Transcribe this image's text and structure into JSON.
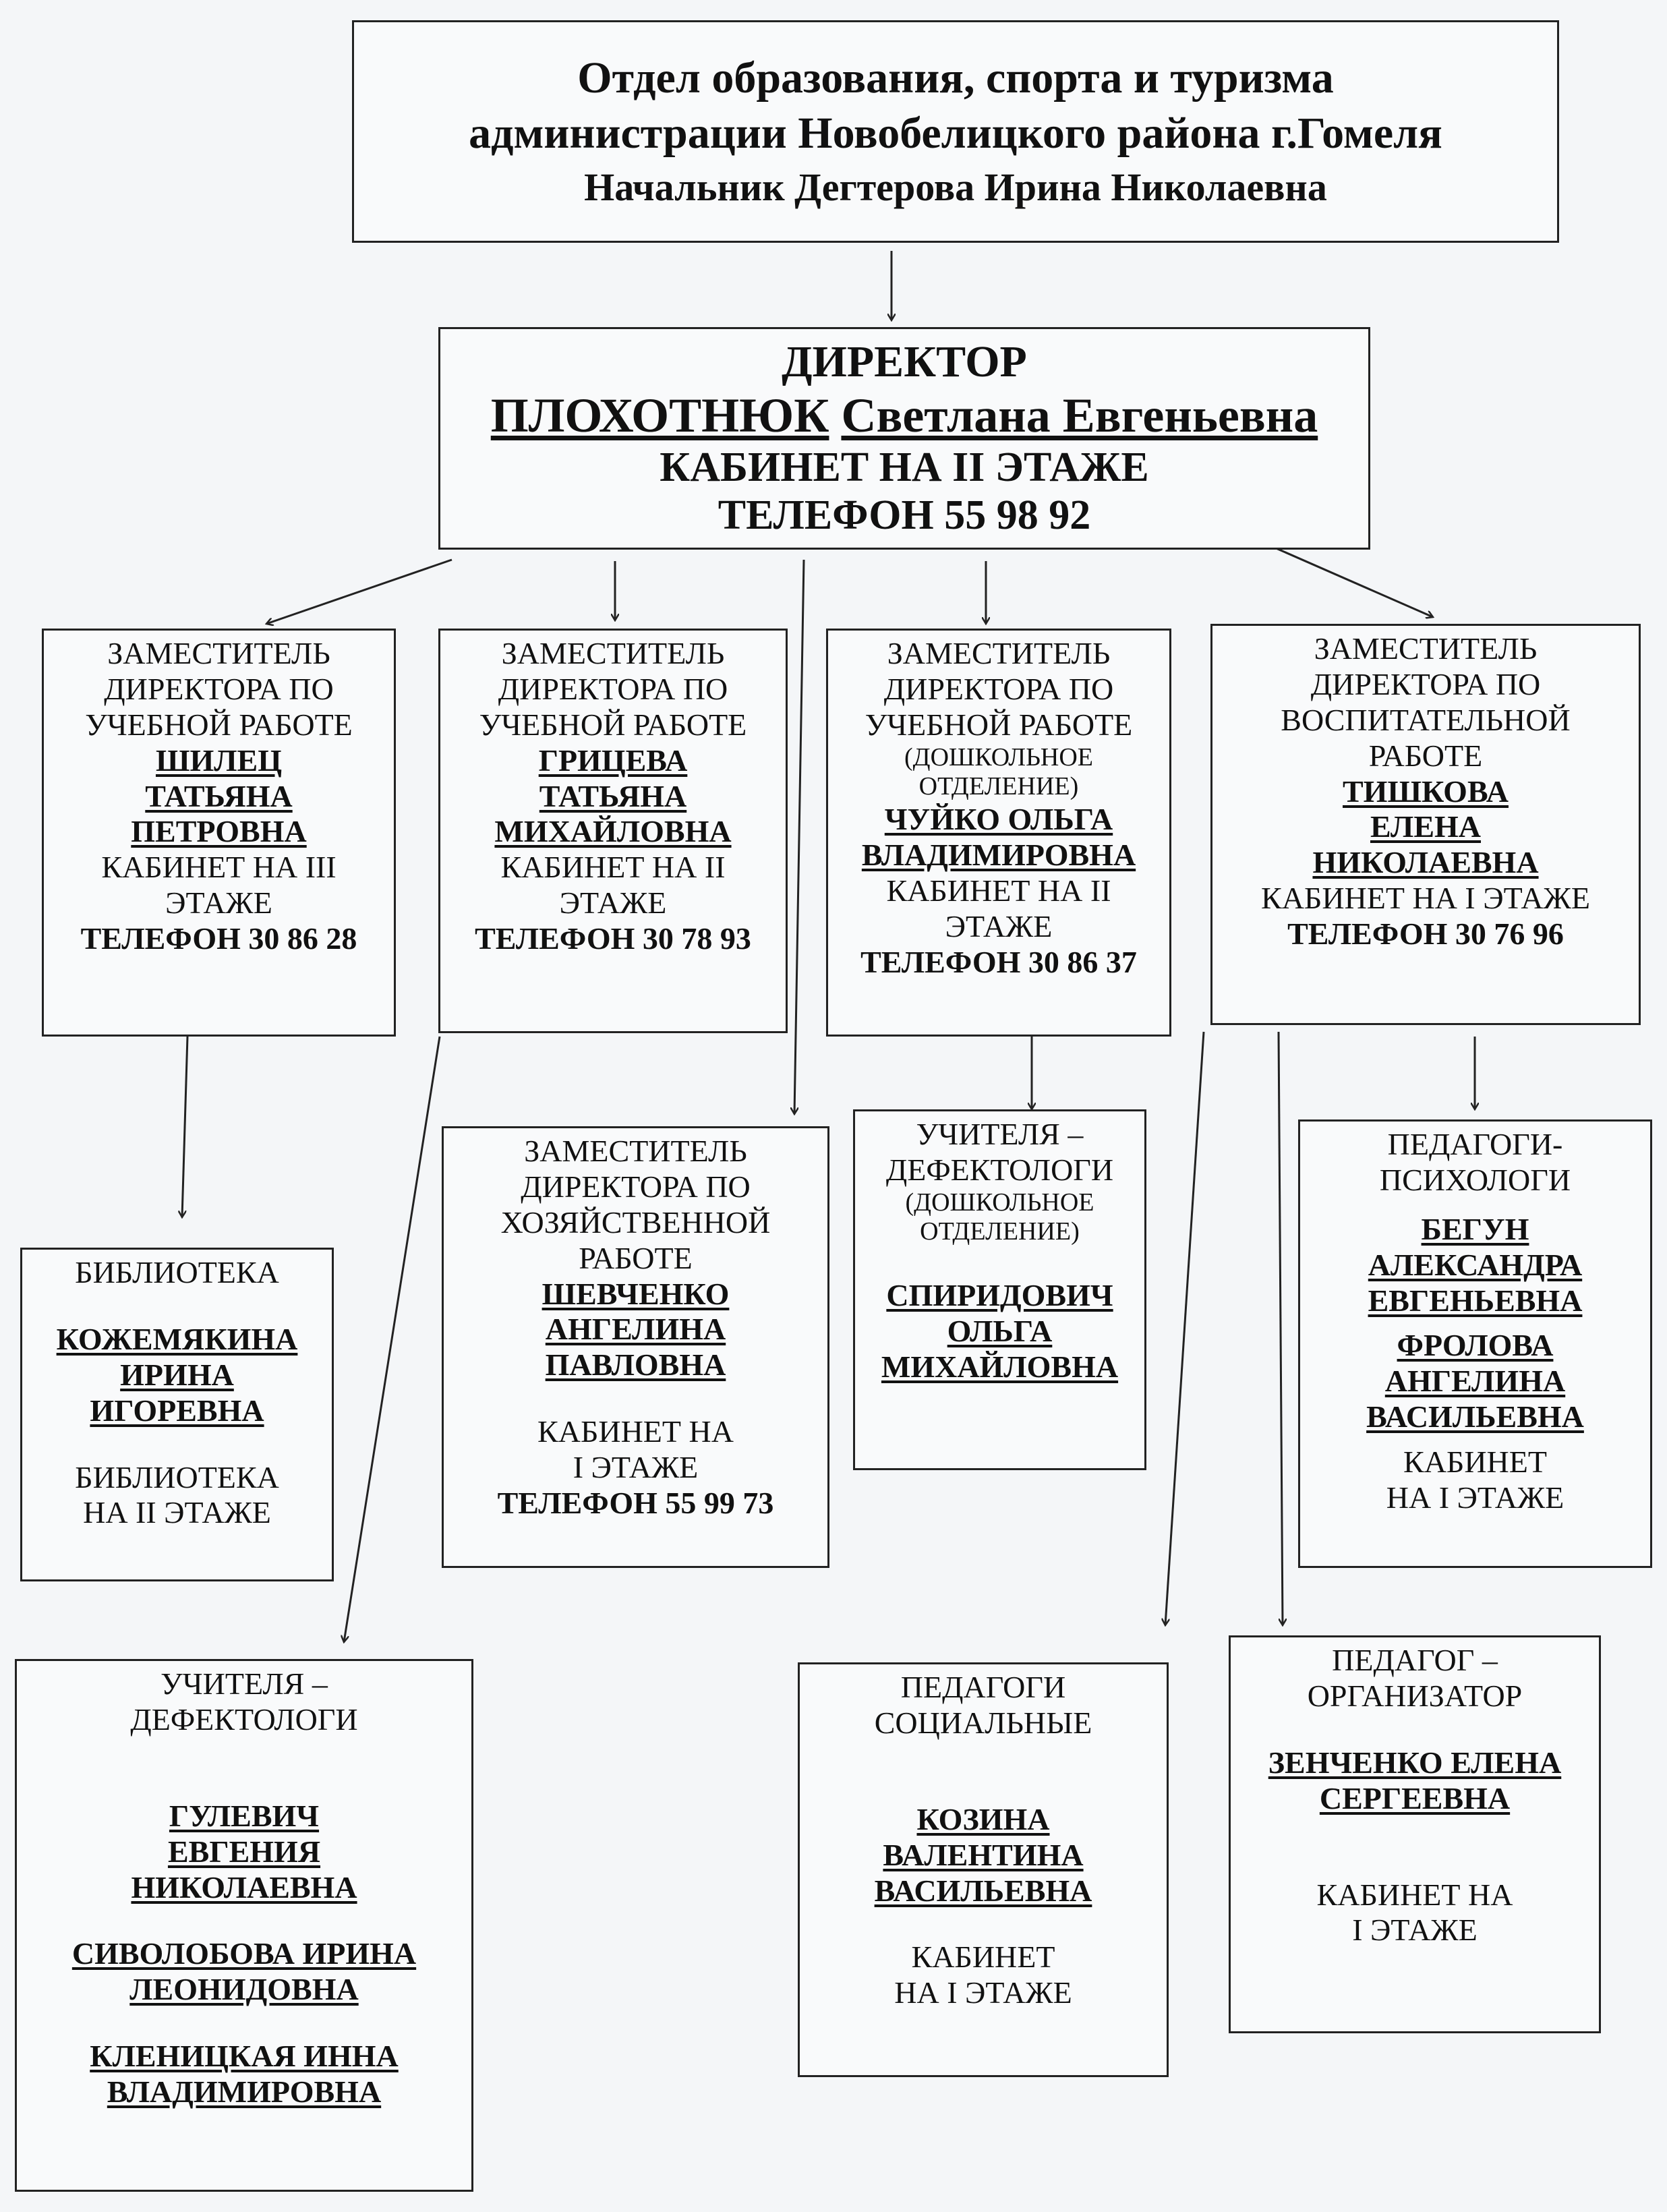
{
  "header": {
    "line1": "Отдел образования, спорта и туризма",
    "line2": "администрации Новобелицкого района г.Гомеля",
    "line3": "Начальник Дегтерова Ирина Николаевна"
  },
  "director": {
    "title": "ДИРЕКТОР",
    "surname": "ПЛОХОТНЮК",
    "given": "Светлана Евгеньевна",
    "office": "КАБИНЕТ НА II ЭТАЖЕ",
    "phone": "ТЕЛЕФОН 55 98 92"
  },
  "deputy1": {
    "role": [
      "ЗАМЕСТИТЕЛЬ",
      "ДИРЕКТОРА ПО",
      "УЧЕБНОЙ РАБОТЕ"
    ],
    "name": [
      "ШИЛЕЦ",
      "ТАТЬЯНА",
      "ПЕТРОВНА"
    ],
    "office": [
      "КАБИНЕТ НА III",
      "ЭТАЖЕ"
    ],
    "phone": "ТЕЛЕФОН 30 86 28"
  },
  "deputy2": {
    "role": [
      "ЗАМЕСТИТЕЛЬ",
      "ДИРЕКТОРА ПО",
      "УЧЕБНОЙ РАБОТЕ"
    ],
    "name": [
      "ГРИЦЕВА",
      "ТАТЬЯНА",
      "МИХАЙЛОВНА"
    ],
    "office": [
      "КАБИНЕТ НА II",
      "ЭТАЖЕ"
    ],
    "phone": "ТЕЛЕФОН 30 78 93"
  },
  "deputy3": {
    "role": [
      "ЗАМЕСТИТЕЛЬ",
      "ДИРЕКТОРА ПО",
      "УЧЕБНОЙ РАБОТЕ"
    ],
    "note": [
      "(ДОШКОЛЬНОЕ",
      "ОТДЕЛЕНИЕ)"
    ],
    "name": [
      "ЧУЙКО ОЛЬГА",
      "ВЛАДИМИРОВНА"
    ],
    "office": [
      "КАБИНЕТ НА II",
      "ЭТАЖЕ"
    ],
    "phone": "ТЕЛЕФОН 30 86 37"
  },
  "deputy4": {
    "role": [
      "ЗАМЕСТИТЕЛЬ",
      "ДИРЕКТОРА ПО",
      "ВОСПИТАТЕЛЬНОЙ",
      "РАБОТЕ"
    ],
    "name": [
      "ТИШКОВА",
      "ЕЛЕНА",
      "НИКОЛАЕВНА"
    ],
    "office": [
      "КАБИНЕТ НА I ЭТАЖЕ"
    ],
    "phone": "ТЕЛЕФОН 30 76 96"
  },
  "library": {
    "title": "БИБЛИОТЕКА",
    "name": [
      "КОЖЕМЯКИНА",
      "ИРИНА",
      "ИГОРЕВНА"
    ],
    "location": [
      "БИБЛИОТЕКА",
      "НА  II ЭТАЖЕ"
    ]
  },
  "household": {
    "role": [
      "ЗАМЕСТИТЕЛЬ",
      "ДИРЕКТОРА ПО",
      "ХОЗЯЙСТВЕННОЙ",
      "РАБОТЕ"
    ],
    "name": [
      "ШЕВЧЕНКО",
      "АНГЕЛИНА",
      "ПАВЛОВНА"
    ],
    "office": [
      "КАБИНЕТ НА",
      "I ЭТАЖЕ"
    ],
    "phone": "ТЕЛЕФОН 55 99 73"
  },
  "defect_preschool": {
    "role": [
      "УЧИТЕЛЯ –",
      "ДЕФЕКТОЛОГИ"
    ],
    "note": [
      "(ДОШКОЛЬНОЕ",
      "ОТДЕЛЕНИЕ)"
    ],
    "name": [
      "СПИРИДОВИЧ",
      "ОЛЬГА",
      "МИХАЙЛОВНА"
    ]
  },
  "psychologists": {
    "role": [
      "ПЕДАГОГИ-",
      "ПСИХОЛОГИ"
    ],
    "person1": [
      "БЕГУН",
      "АЛЕКСАНДРА",
      "ЕВГЕНЬЕВНА"
    ],
    "person2": [
      "ФРОЛОВА",
      "АНГЕЛИНА",
      "ВАСИЛЬЕВНА"
    ],
    "office": [
      "КАБИНЕТ",
      "НА  I ЭТАЖЕ"
    ]
  },
  "defect_school": {
    "role": [
      "УЧИТЕЛЯ –",
      "ДЕФЕКТОЛОГИ"
    ],
    "person1": [
      "ГУЛЕВИЧ",
      "ЕВГЕНИЯ",
      "НИКОЛАЕВНА"
    ],
    "person2": [
      "СИВОЛОБОВА ИРИНА",
      "ЛЕОНИДОВНА"
    ],
    "person3": [
      "КЛЕНИЦКАЯ ИННА",
      "ВЛАДИМИРОВНА"
    ]
  },
  "social": {
    "role": [
      "ПЕДАГОГИ",
      "СОЦИАЛЬНЫЕ"
    ],
    "name": [
      "КОЗИНА",
      "ВАЛЕНТИНА",
      "ВАСИЛЬЕВНА"
    ],
    "office": [
      "КАБИНЕТ",
      "НА I ЭТАЖЕ"
    ]
  },
  "organizer": {
    "role": [
      "ПЕДАГОГ –",
      "ОРГАНИЗАТОР"
    ],
    "name": [
      "ЗЕНЧЕНКО ЕЛЕНА",
      "СЕРГЕЕВНА"
    ],
    "office": [
      "КАБИНЕТ НА",
      "I ЭТАЖЕ"
    ]
  }
}
